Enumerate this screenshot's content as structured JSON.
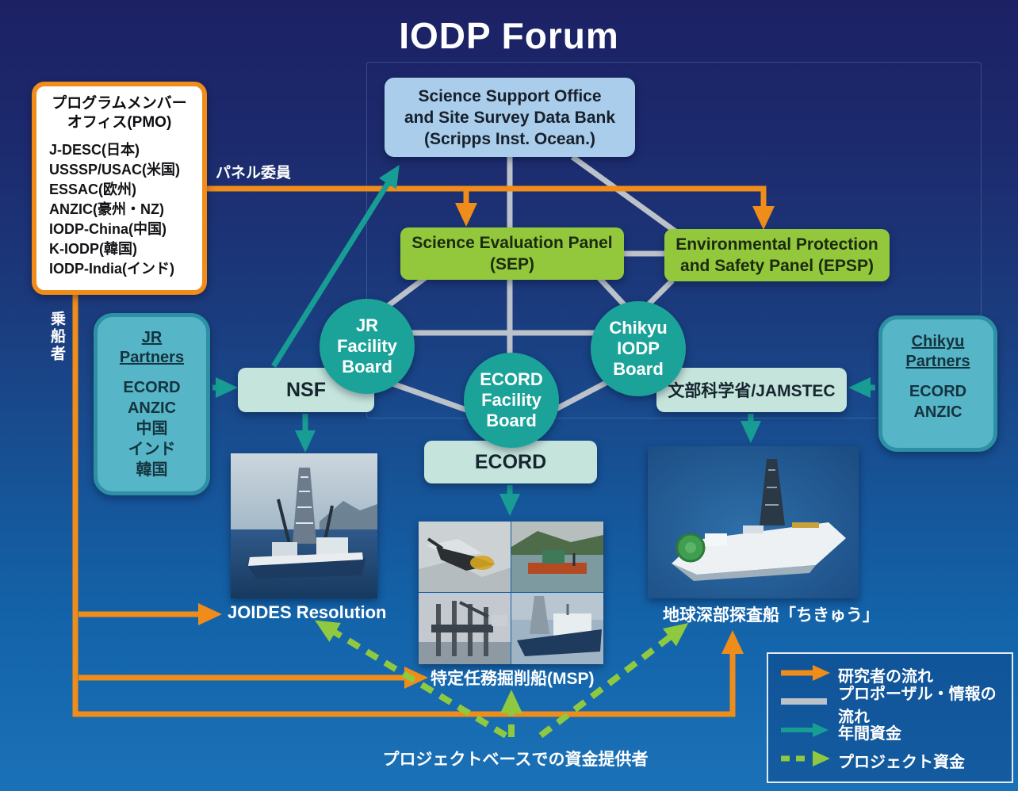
{
  "title": "IODP Forum",
  "sso": {
    "lines": [
      "Science Support Office",
      "and Site Survey Data Bank",
      "(Scripps Inst. Ocean.)"
    ]
  },
  "pmo": {
    "title_line1": "プログラムメンバー",
    "title_line2": "オフィス(PMO)",
    "members": [
      "J-DESC(日本)",
      "USSSP/USAC(米国)",
      "ESSAC(欧州)",
      "ANZIC(豪州・NZ)",
      "IODP-China(中国)",
      "K-IODP(韓国)",
      "IODP-India(インド)"
    ]
  },
  "labels": {
    "panel_members": "パネル委員",
    "boarding": "乗船者",
    "project_funders": "プロジェクトベースでの資金提供者"
  },
  "panels": {
    "sep_line1": "Science Evaluation Panel",
    "sep_line2": "(SEP)",
    "epsp_line1": "Environmental Protection",
    "epsp_line2": "and Safety Panel (EPSP)"
  },
  "boards": {
    "jr": [
      "JR",
      "Facility",
      "Board"
    ],
    "ecord": [
      "ECORD",
      "Facility",
      "Board"
    ],
    "chikyu": [
      "Chikyu",
      "IODP",
      "Board"
    ]
  },
  "funders": {
    "nsf": "NSF",
    "mext": "文部科学省/JAMSTEC",
    "ecord": "ECORD"
  },
  "partners": {
    "jr": {
      "title_line1": "JR",
      "title_line2": "Partners",
      "members": [
        "ECORD",
        "ANZIC",
        "中国",
        "インド",
        "韓国"
      ]
    },
    "chikyu": {
      "title_line1": "Chikyu",
      "title_line2": "Partners",
      "members": [
        "ECORD",
        "ANZIC"
      ]
    }
  },
  "ships": {
    "joides": "JOIDES Resolution",
    "msp": "特定任務掘削船(MSP)",
    "chikyu": "地球深部探査船「ちきゅう」"
  },
  "legend": {
    "items": [
      {
        "icon": "orange-arrow",
        "label": "研究者の流れ"
      },
      {
        "icon": "gray-line",
        "label": "プロポーザル・情報の流れ"
      },
      {
        "icon": "teal-arrow",
        "label": "年間資金"
      },
      {
        "icon": "green-dashed-arrow",
        "label": "プロジェクト資金"
      }
    ]
  },
  "colors": {
    "orange": "#EF8C1A",
    "gray": "#BCC2CA",
    "teal": "#189D95",
    "green": "#8FC93F",
    "panel_green": "#93C83C",
    "sso_blue": "#A9CDEA",
    "mint": "#C4E4DC",
    "board_teal": "#1BA39A",
    "partner_teal": "#56B6C7"
  }
}
